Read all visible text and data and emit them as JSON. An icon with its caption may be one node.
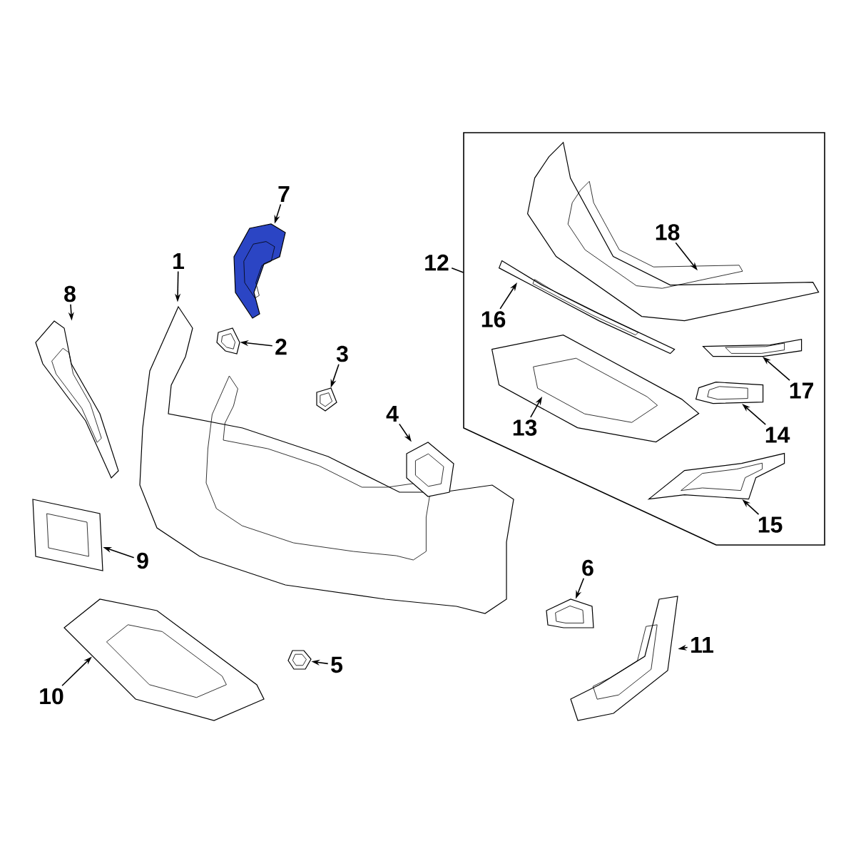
{
  "diagram": {
    "nodes": [
      {
        "text": [],
        "shape": "box"
      },
      {
        "text": [
          "1"
        ]
      },
      {
        "text": [
          "2"
        ]
      },
      {
        "text": [
          "3"
        ]
      },
      {
        "text": [
          "4"
        ]
      },
      {
        "text": [
          "5"
        ]
      },
      {
        "text": [
          "6"
        ]
      },
      {
        "text": [
          "7"
        ]
      },
      {
        "text": [
          "8"
        ]
      },
      {
        "text": [
          "9"
        ]
      },
      {
        "text": [
          "10"
        ]
      },
      {
        "text": [
          "11"
        ]
      },
      {
        "text": [
          "12"
        ]
      },
      {
        "text": [
          "13"
        ],
        "in": 0
      },
      {
        "text": [
          "14"
        ],
        "in": 0
      },
      {
        "text": [
          "15"
        ],
        "in": 0
      },
      {
        "text": [
          "16"
        ],
        "in": 0
      },
      {
        "text": [
          "17"
        ],
        "in": 0
      },
      {
        "text": [
          "18"
        ],
        "in": 0
      },
      {
        "text": [],
        "shape": "picture"
      },
      {
        "text": [],
        "shape": "picture"
      },
      {
        "text": [],
        "shape": "picture"
      },
      {
        "text": [],
        "shape": "picture"
      },
      {
        "text": [],
        "shape": "picture"
      },
      {
        "text": [],
        "shape": "picture"
      },
      {
        "text": [],
        "shape": "picture"
      },
      {
        "text": [],
        "shape": "picture"
      },
      {
        "text": [],
        "shape": "picture"
      },
      {
        "text": [],
        "shape": "picture"
      },
      {
        "text": [],
        "shape": "picture"
      },
      {
        "text": [],
        "shape": "picture",
        "in": 0
      },
      {
        "text": [],
        "shape": "picture",
        "in": 0
      },
      {
        "text": [],
        "shape": "picture",
        "in": 0
      },
      {
        "text": [],
        "shape": "picture",
        "in": 0
      },
      {
        "text": [],
        "shape": "picture",
        "in": 0
      },
      {
        "text": [],
        "shape": "picture",
        "in": 0
      }
    ],
    "edges": [
      {
        "from": 1,
        "to": 19,
        "arrow": "to"
      },
      {
        "from": 2,
        "to": 20,
        "arrow": "to"
      },
      {
        "from": 3,
        "to": 21,
        "arrow": "to"
      },
      {
        "from": 4,
        "to": 22,
        "arrow": "to"
      },
      {
        "from": 5,
        "to": 23,
        "arrow": "to"
      },
      {
        "from": 6,
        "to": 24,
        "arrow": "to"
      },
      {
        "from": 7,
        "to": 25,
        "arrow": "to"
      },
      {
        "from": 8,
        "to": 26,
        "arrow": "to"
      },
      {
        "from": 9,
        "to": 27,
        "arrow": "to"
      },
      {
        "from": 10,
        "to": 28,
        "arrow": "to"
      },
      {
        "from": 11,
        "to": 29,
        "arrow": "to"
      },
      {
        "from": 12,
        "to": 0,
        "arrow": "none"
      },
      {
        "from": 13,
        "to": 30,
        "arrow": "to"
      },
      {
        "from": 14,
        "to": 31,
        "arrow": "to"
      },
      {
        "from": 15,
        "to": 32,
        "arrow": "to"
      },
      {
        "from": 16,
        "to": 33,
        "arrow": "to"
      },
      {
        "from": 17,
        "to": 34,
        "arrow": "to"
      },
      {
        "from": 18,
        "to": 35,
        "arrow": "to"
      }
    ]
  }
}
